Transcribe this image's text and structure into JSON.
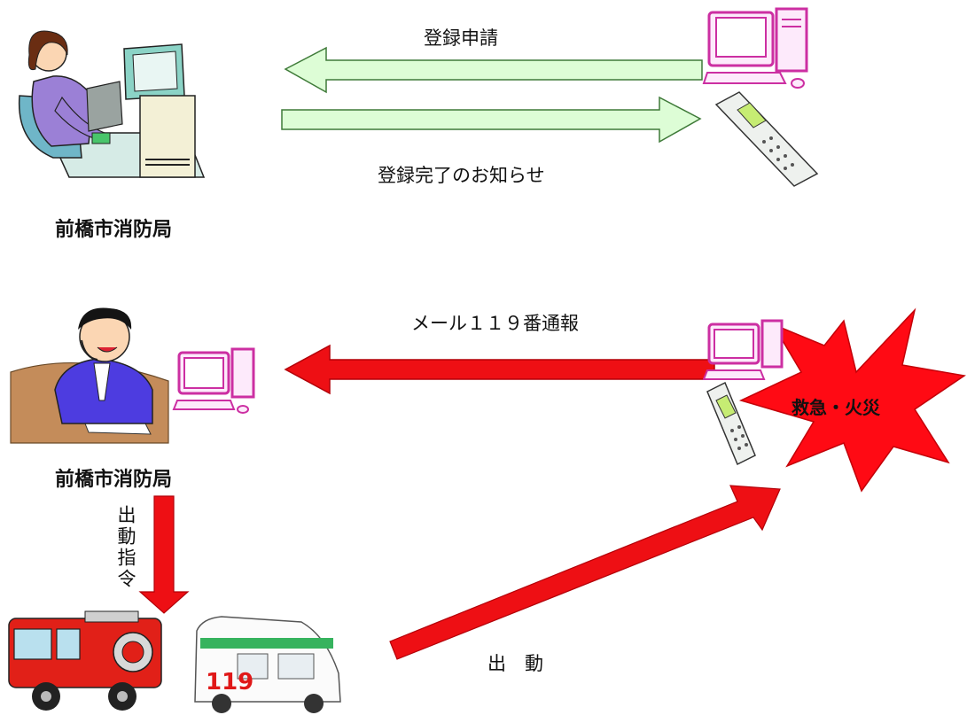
{
  "top": {
    "request_label": "登録申請",
    "complete_label": "登録完了のお知らせ",
    "station_label": "前橋市消防局"
  },
  "bottom": {
    "report_label": "メール１１９番通報",
    "station_label": "前橋市消防局",
    "order_label": "出動指令",
    "dispatch_label": "出　動",
    "burst_label": "救急・火災",
    "ambulance_number": "119"
  },
  "colors": {
    "green_fill": "#ddfdd6",
    "green_stroke": "#3e7a38",
    "red": "#ee0f14",
    "computer_pink": "#cc2fa2",
    "burst_red": "#ff0a14"
  }
}
